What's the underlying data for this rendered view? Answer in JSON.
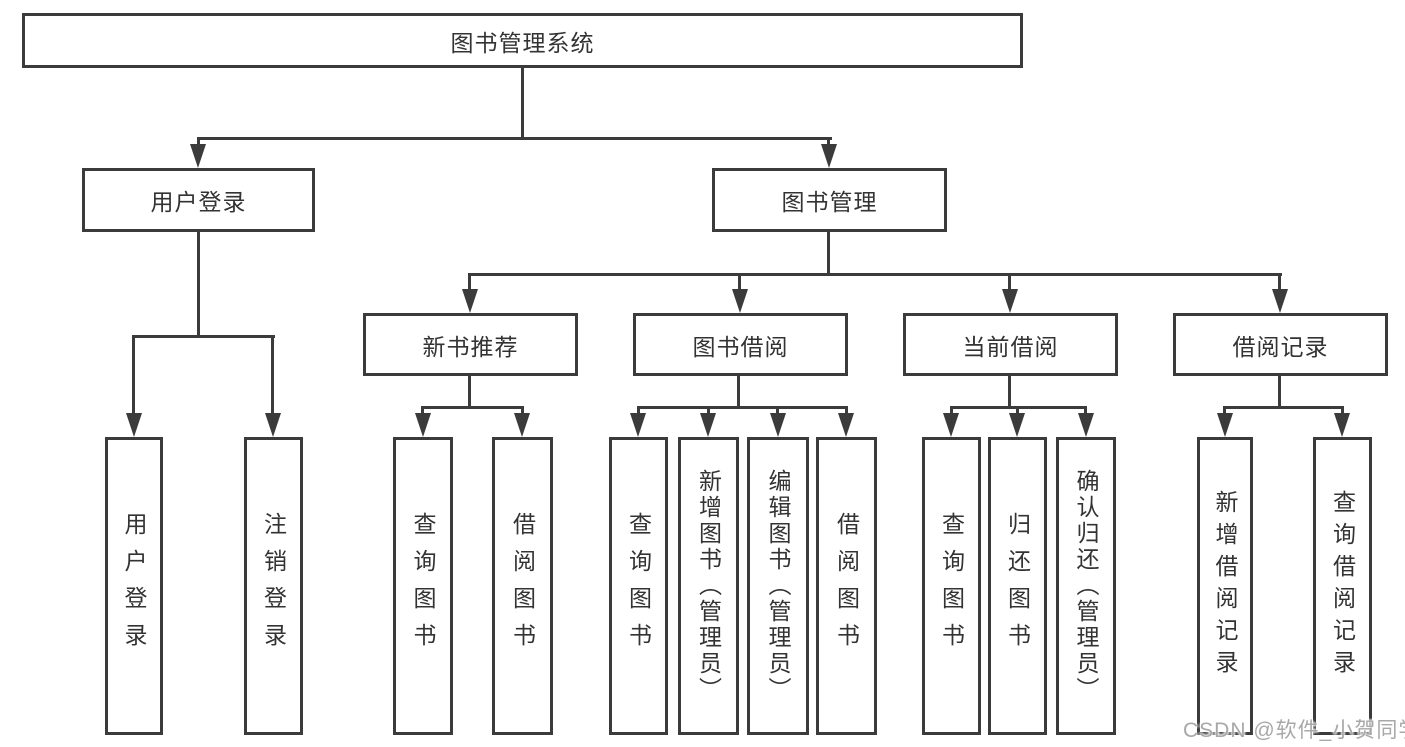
{
  "page": {
    "background_color": "#ffffff",
    "line_color": "#3b3b3b",
    "text_color": "#333333"
  },
  "tree": {
    "root": {
      "label": "图书管理系统"
    },
    "level2": [
      {
        "label": "用户登录"
      },
      {
        "label": "图书管理"
      }
    ],
    "level3": [
      {
        "label": "新书推荐"
      },
      {
        "label": "图书借阅"
      },
      {
        "label": "当前借阅"
      },
      {
        "label": "借阅记录"
      }
    ],
    "leaves_user": [
      {
        "label": "用户登录"
      },
      {
        "label": "注销登录"
      }
    ],
    "leaves_newbook": [
      {
        "label": "查询图书"
      },
      {
        "label": "借阅图书"
      }
    ],
    "leaves_borrow": [
      {
        "label": "查询图书"
      },
      {
        "label": "新增图书（管理员）"
      },
      {
        "label": "编辑图书（管理员）"
      },
      {
        "label": "借阅图书"
      }
    ],
    "leaves_current": [
      {
        "label": "查询图书"
      },
      {
        "label": "归还图书"
      },
      {
        "label": "确认归还（管理员）"
      }
    ],
    "leaves_record": [
      {
        "label": "新增借阅记录"
      },
      {
        "label": "查询借阅记录"
      }
    ]
  },
  "watermark": {
    "text": "CSDN @软件_小贺同学",
    "color": "#a8a8a8"
  }
}
